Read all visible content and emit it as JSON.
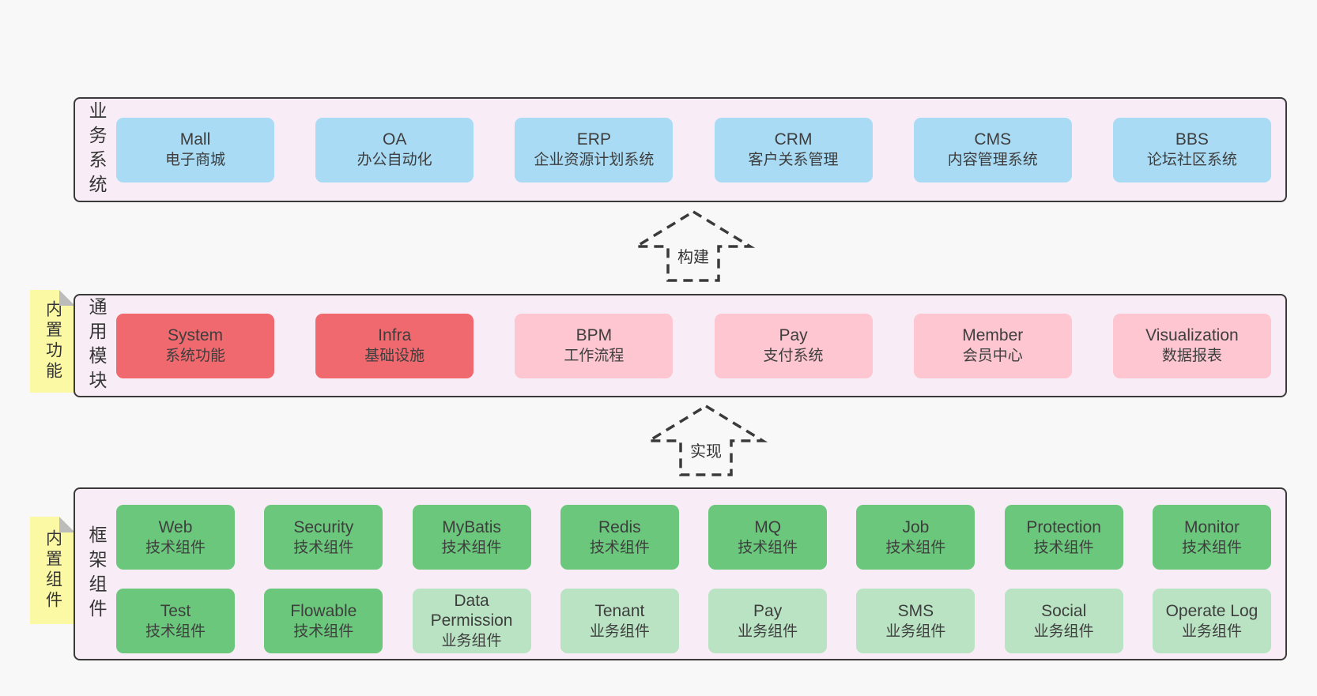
{
  "colors": {
    "page_bg": "#f8f8f8",
    "band_bg": "#f8edf6",
    "band_border": "#3a3a3a",
    "box_blue": "#a9dbf4",
    "box_red": "#f0696e",
    "box_pink": "#fdc6d0",
    "box_green": "#6bc77b",
    "box_green_light": "#b9e3c2",
    "note_yellow": "#fbf9a3",
    "note_fold_gray": "#bcbcbc"
  },
  "arrows": [
    {
      "label": "构建"
    },
    {
      "label": "实现"
    }
  ],
  "bands": {
    "business": {
      "label": "业务系统",
      "boxes": [
        {
          "title": "Mall",
          "subtitle": "电子商城"
        },
        {
          "title": "OA",
          "subtitle": "办公自动化"
        },
        {
          "title": "ERP",
          "subtitle": "企业资源计划系统"
        },
        {
          "title": "CRM",
          "subtitle": "客户关系管理"
        },
        {
          "title": "CMS",
          "subtitle": "内容管理系统"
        },
        {
          "title": "BBS",
          "subtitle": "论坛社区系统"
        }
      ]
    },
    "modules": {
      "label": "通用模块",
      "note": "内置功能",
      "boxes": [
        {
          "title": "System",
          "subtitle": "系统功能"
        },
        {
          "title": "Infra",
          "subtitle": "基础设施"
        },
        {
          "title": "BPM",
          "subtitle": "工作流程"
        },
        {
          "title": "Pay",
          "subtitle": "支付系统"
        },
        {
          "title": "Member",
          "subtitle": "会员中心"
        },
        {
          "title": "Visualization",
          "subtitle": "数据报表"
        }
      ]
    },
    "components": {
      "label": "框架组件",
      "note": "内置组件",
      "row1": [
        {
          "title": "Web",
          "subtitle": "技术组件"
        },
        {
          "title": "Security",
          "subtitle": "技术组件"
        },
        {
          "title": "MyBatis",
          "subtitle": "技术组件"
        },
        {
          "title": "Redis",
          "subtitle": "技术组件"
        },
        {
          "title": "MQ",
          "subtitle": "技术组件"
        },
        {
          "title": "Job",
          "subtitle": "技术组件"
        },
        {
          "title": "Protection",
          "subtitle": "技术组件"
        },
        {
          "title": "Monitor",
          "subtitle": "技术组件"
        }
      ],
      "row2": [
        {
          "title": "Test",
          "subtitle": "技术组件"
        },
        {
          "title": "Flowable",
          "subtitle": "技术组件"
        },
        {
          "title": "Data Permission",
          "subtitle": "业务组件"
        },
        {
          "title": "Tenant",
          "subtitle": "业务组件"
        },
        {
          "title": "Pay",
          "subtitle": "业务组件"
        },
        {
          "title": "SMS",
          "subtitle": "业务组件"
        },
        {
          "title": "Social",
          "subtitle": "业务组件"
        },
        {
          "title": "Operate Log",
          "subtitle": "业务组件"
        }
      ]
    }
  }
}
